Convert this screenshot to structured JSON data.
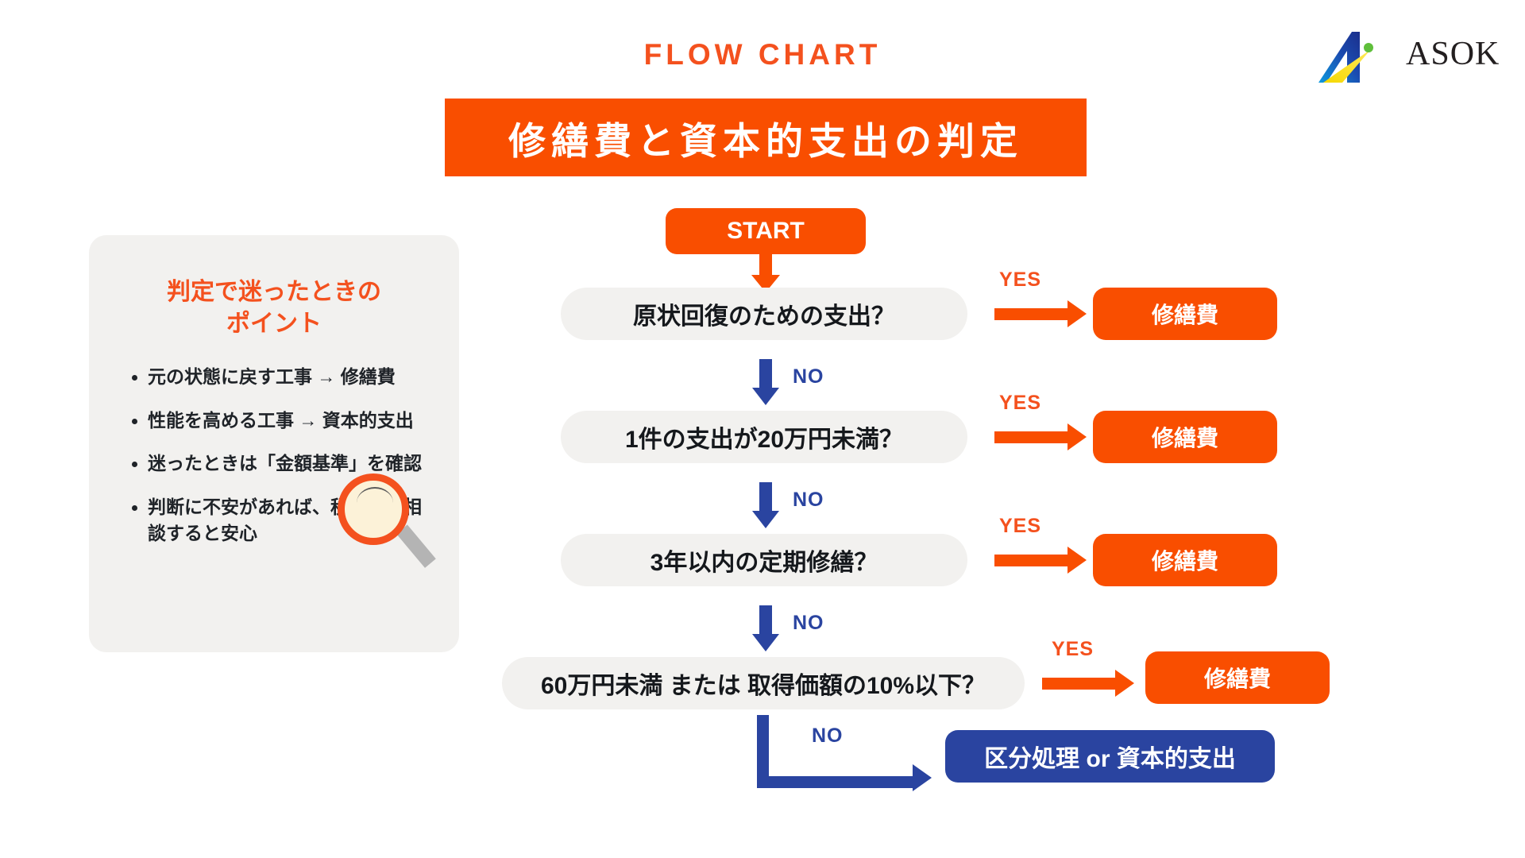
{
  "header": {
    "kicker": "FLOW CHART",
    "title": "修繕費と資本的支出の判定"
  },
  "logo": {
    "wordmark": "ASOK",
    "mark_colors": [
      "#1B2F8C",
      "#1E7FD4",
      "#F5D800",
      "#5FBF3B"
    ]
  },
  "tips": {
    "title": "判定で迷ったときの\nポイント",
    "title_line1": "判定で迷ったときの",
    "title_line2": "ポイント",
    "items": [
      "元の状態に戻す工事 → 修繕費",
      "性能を高める工事 → 資本的支出",
      "迷ったときは「金額基準」を確認",
      "判断に不安があれば、税理士に相談すると安心"
    ]
  },
  "flow": {
    "start_label": "START",
    "yes_label": "YES",
    "no_label": "NO",
    "decisions": [
      {
        "id": "d1",
        "text": "原状回復のための支出？"
      },
      {
        "id": "d2",
        "text": "1件の支出が20万円未満？"
      },
      {
        "id": "d3",
        "text": "3年以内の定期修繕？"
      },
      {
        "id": "d4",
        "text": "60万円未満 または 取得価額の10%以下？"
      }
    ],
    "results_yes": [
      {
        "id": "r1",
        "text": "修繕費"
      },
      {
        "id": "r2",
        "text": "修繕費"
      },
      {
        "id": "r3",
        "text": "修繕費"
      },
      {
        "id": "r4",
        "text": "修繕費"
      }
    ],
    "result_final_no": {
      "id": "rb",
      "text": "区分処理 or 資本的支出"
    },
    "labels": {
      "yes1": "YES",
      "yes2": "YES",
      "yes3": "YES",
      "yes4": "YES",
      "no1": "NO",
      "no2": "NO",
      "no3": "NO",
      "no4": "NO"
    }
  },
  "colors": {
    "orange": "#F94E00",
    "orange_text": "#F4511E",
    "blue": "#2A44A0",
    "panel_gray": "#F2F1EF",
    "text_dark": "#15181c",
    "white": "#FFFFFF",
    "lens_fill": "#FCF2D8",
    "handle_gray": "#B4B4B4"
  }
}
